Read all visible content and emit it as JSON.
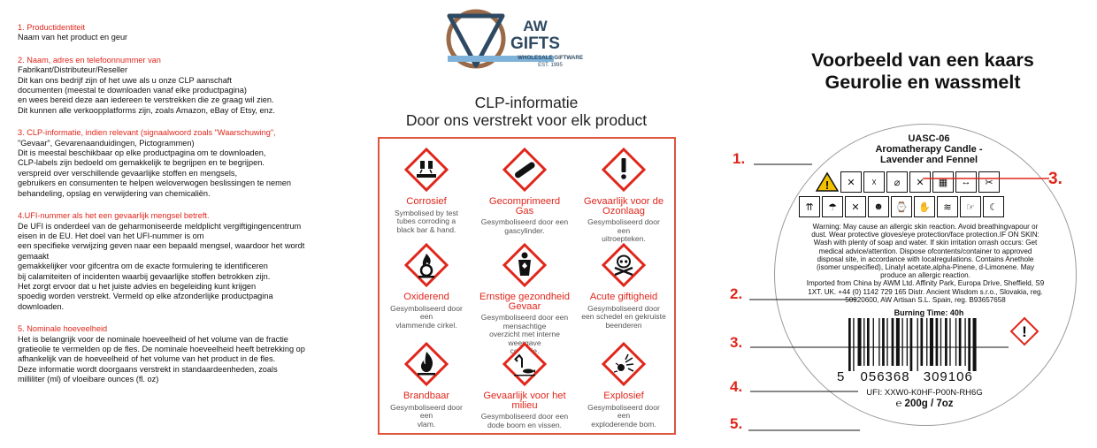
{
  "left": {
    "sections": [
      {
        "title": "1. Productidentiteit",
        "lines": [
          "Naam van het product en geur"
        ]
      },
      {
        "title": "2. Naam, adres en telefoonnummer van",
        "lines": [
          "Fabrikant/Distributeur/Reseller",
          "Dit kan ons bedrijf zijn of het uwe als u onze CLP aanschaft",
          "documenten (meestal te downloaden vanaf elke productpagina)",
          "en wees bereid deze aan iedereen te verstrekken die ze graag wil zien.",
          "Dit kunnen alle verkoopplatforms zijn, zoals Amazon, eBay of Etsy, enz."
        ]
      },
      {
        "title": "3. CLP-informatie, indien relevant (signaalwoord zoals \"Waarschuwing\",",
        "lines": [
          "\"Gevaar\", Gevarenaanduidingen, Pictogrammen)",
          "Dit is meestal beschikbaar op elke productpagina om te downloaden,",
          "CLP-labels zijn bedoeld om gemakkelijk te begrijpen en te begrijpen.",
          "verspreid over verschillende gevaarlijke stoffen en mengsels,",
          "gebruikers en consumenten te helpen weloverwogen beslissingen te nemen",
          "behandeling, opslag en verwijdering van chemicaliën."
        ]
      },
      {
        "title": "4.UFI-nummer als het een gevaarlijk mengsel betreft.",
        "lines": [
          "De UFI is onderdeel van de geharmoniseerde meldplicht vergiftigingencentrum",
          "eisen in de EU. Het doel van het UFI-nummer is om",
          "een specifieke verwijzing geven naar een bepaald mengsel, waardoor het wordt",
          " gemaakt",
          "gemakkelijker voor gifcentra om de exacte formulering te identificeren",
          "bij calamiteiten of incidenten waarbij gevaarlijke stoffen betrokken zijn.",
          "Het zorgt ervoor dat u het juiste advies en begeleiding kunt krijgen",
          "spoedig worden verstrekt. Vermeld op elke afzonderlijke productpagina",
          "downloaden."
        ]
      },
      {
        "title": "5. Nominale hoeveelheid",
        "lines": [
          "Het is belangrijk voor de nominale hoeveelheid of het volume van de fractie",
          "gratieolie te vermelden op de fles. De nominale hoeveelheid heeft betrekking op",
          "afhankelijk van de hoeveelheid of het volume van het product in de fles.",
          "Deze informatie wordt doorgaans verstrekt in standaardeenheden, zoals",
          "milliliter (ml) of vloeibare ounces (fl. oz)"
        ]
      }
    ]
  },
  "logo": {
    "line1": "AW",
    "line2": "GIFTS",
    "line3": "WHOLESALE GIFTWARE",
    "line4": "EST. 1995"
  },
  "center": {
    "title_line1": "CLP-informatie",
    "title_line2": "Door ons verstrekt voor elk product",
    "hazards": [
      {
        "name": [
          "Corrosief"
        ],
        "desc": [
          "Symbolised by test",
          "tubes corroding a",
          "black bar & hand."
        ],
        "icon": "corrosive-icon"
      },
      {
        "name": [
          "Gecomprimeerd",
          "Gas"
        ],
        "desc": [
          "Gesymboliseerd door een",
          "gascylinder."
        ],
        "icon": "gas-cylinder-icon"
      },
      {
        "name": [
          "Gevaarlijk voor de",
          "Ozonlaag"
        ],
        "desc": [
          "Gesymboliseerd door",
          "een",
          "uitroepteken."
        ],
        "icon": "exclamation-icon"
      },
      {
        "name": [
          "Oxiderend"
        ],
        "desc": [
          "Gesymboliseerd door",
          "een",
          "vlammende cirkel."
        ],
        "icon": "flame-over-circle-icon"
      },
      {
        "name": [
          "Ernstige gezondheid",
          "Gevaar"
        ],
        "desc": [
          "Gesymboliseerd door een",
          "mensachtige",
          "overzicht met interne weergave",
          "corrosie."
        ],
        "icon": "health-hazard-icon"
      },
      {
        "name": [
          "Acute giftigheid"
        ],
        "desc": [
          "Gesymboliseerd door",
          "een schedel en gekruiste",
          "beenderen"
        ],
        "icon": "skull-crossbones-icon"
      },
      {
        "name": [
          "Brandbaar"
        ],
        "desc": [
          "Gesymboliseerd door",
          "een",
          "vlam."
        ],
        "icon": "flame-icon"
      },
      {
        "name": [
          "Gevaarlijk voor het milieu"
        ],
        "desc": [
          "Gesymboliseerd door een",
          "dode boom en vissen."
        ],
        "icon": "environment-icon"
      },
      {
        "name": [
          "Explosief"
        ],
        "desc": [
          "Gesymboliseerd door",
          "een",
          "exploderende bom."
        ],
        "icon": "exploding-bomb-icon"
      }
    ]
  },
  "right": {
    "title_line1": "Voorbeeld van een kaars",
    "title_line2": "Geurolie en wassmelt",
    "label": {
      "code": "UASC-06",
      "name_line1": "Aromatherapy Candle -",
      "name_line2": "Lavender and Fennel",
      "warning_lines": [
        "Warning:  May cause an allergic skin reaction.  Avoid breathingvapour or",
        "dust.  Wear protective gloves/eye protection/face protection.IF ON SKIN:",
        "Wash with plenty of soap and water.  If skin irritation orrash occurs: Get",
        "medical advice/attention.  Dispose ofcontents/container to approved",
        "disposal site, in accordance with localregulations.  Contains Anethole",
        "(isomer unspecified), Linalyl acetate,alpha-Pinene, d-Limonene. May",
        "produce an allergic reaction.",
        "Imported from China by AWM Ltd. Affinity Park, Europa Drive, Sheffield, S9",
        "1XT. UK. +44 (0) 1142 729 165  Distr. Ancient Wisdom s.r.o., Slovakia, reg.",
        "50920600, AW Artisan S.L. Spain, reg. B93657658"
      ],
      "burning_time": "Burning Time: 40h",
      "barcode_lead": "5",
      "barcode_left": "056368",
      "barcode_right": "309106",
      "ufi": "UFI: XXW0-K0HF-P00N-RH6G",
      "weight": "℮ 200g / 7oz"
    },
    "markers": [
      "1.",
      "2.",
      "3.",
      "3.",
      "4.",
      "5."
    ]
  },
  "colors": {
    "accent_red": "#e0261b",
    "box_border": "#e0533e",
    "logo_brown": "#9a6a48",
    "logo_blue": "#7fb2d8",
    "logo_navy": "#2e4a62"
  }
}
